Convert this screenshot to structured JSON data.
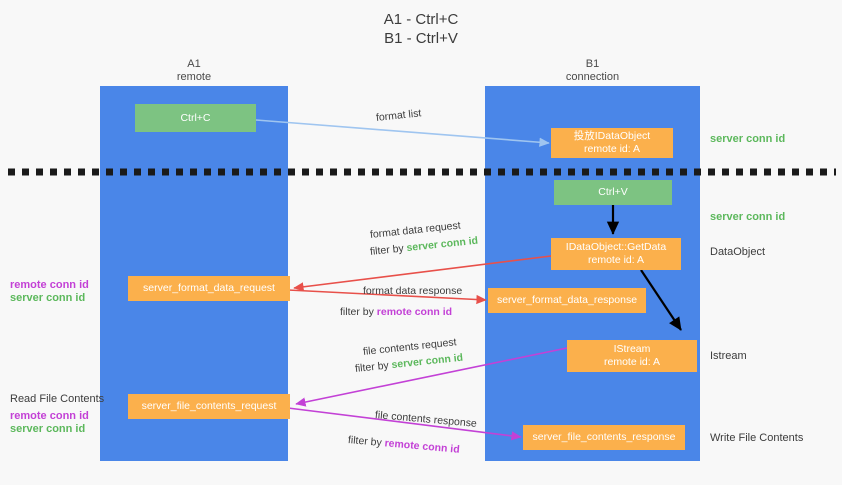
{
  "title": {
    "line1": "A1 - Ctrl+C",
    "line2": "B1 - Ctrl+V"
  },
  "lanes": [
    {
      "name": "A1",
      "sub": "remote"
    },
    {
      "name": "B1",
      "sub": "connection"
    }
  ],
  "boxes": {
    "ctrl_c": "Ctrl+C",
    "ctrl_v": "Ctrl+V",
    "idataobject": {
      "line1": "投放IDataObject",
      "line2": "remote id: A"
    },
    "getdata": {
      "line1": "IDataObject::GetData",
      "line2": "remote id: A"
    },
    "istream": {
      "line1": "IStream",
      "line2": "remote id: A"
    },
    "server_format_data_request": "server_format_data_request",
    "server_format_data_response": "server_format_data_response",
    "server_file_contents_request": "server_file_contents_request",
    "server_file_contents_response": "server_file_contents_response"
  },
  "flows": {
    "format_list": "format list",
    "format_data_request": "format data request",
    "format_data_response": "format data response",
    "file_contents_request": "file contents request",
    "file_contents_response": "file contents response",
    "filter_by": "filter by ",
    "server_conn_id": "server conn id",
    "remote_conn_id": "remote conn id"
  },
  "side_labels": {
    "right_server_conn_id_top": "server conn id",
    "right_server_conn_id_mid": "server conn id",
    "dataobject": "DataObject",
    "istream": "Istream",
    "write_file_contents": "Write File Contents",
    "read_file_contents": "Read File Contents",
    "remote_conn_id": "remote conn id",
    "server_conn_id": "server conn id"
  },
  "colors": {
    "lane": "#4a86e8",
    "green": "#7dc382",
    "orange": "#fbb04c",
    "red_arrow": "#e8504a",
    "magenta_arrow": "#c341d6",
    "light_blue_arrow": "#9fc5f0",
    "black_arrow": "#000000",
    "conn_remote": "#c341d6",
    "conn_server": "#5cb85c"
  }
}
